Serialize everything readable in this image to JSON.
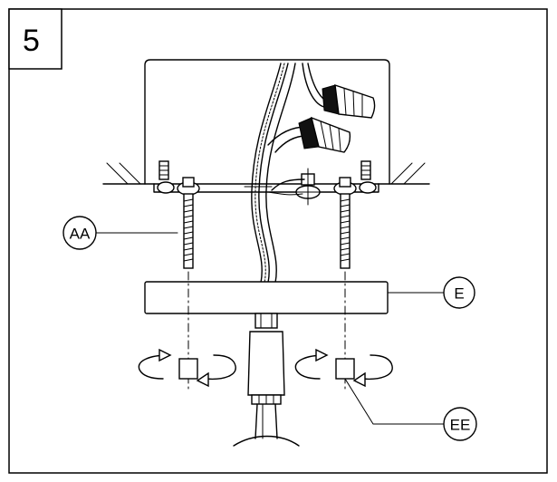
{
  "step_number": "5",
  "callouts": {
    "aa": "AA",
    "e": "E",
    "ee": "EE"
  },
  "colors": {
    "line": "#000000",
    "background": "#ffffff"
  }
}
